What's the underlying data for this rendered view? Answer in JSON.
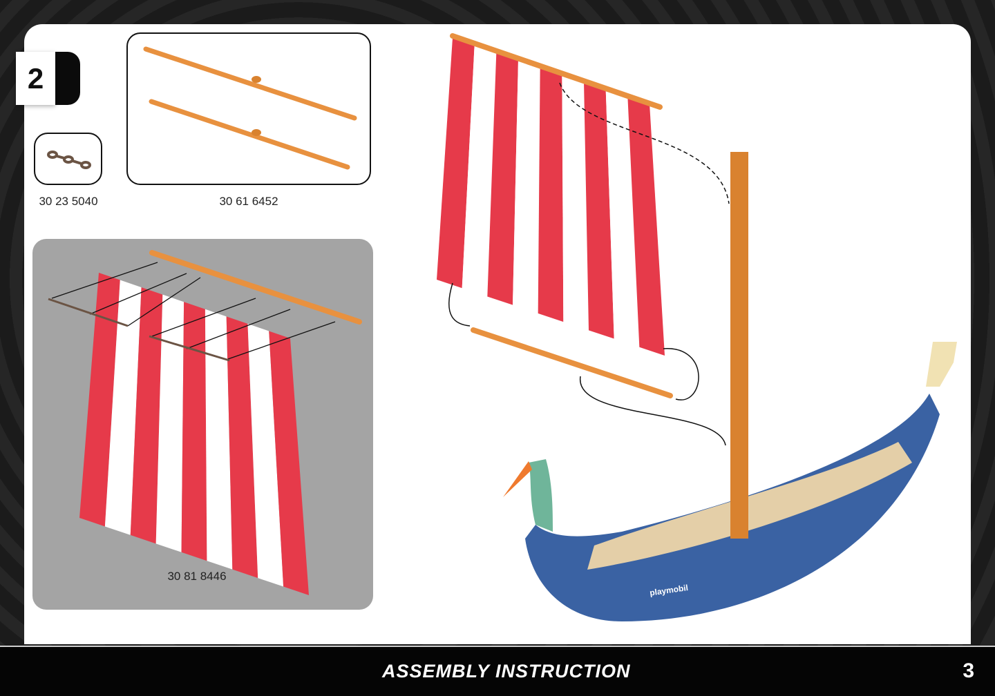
{
  "step": {
    "number": "2"
  },
  "parts": [
    {
      "id": "30 23 5040",
      "icon": "chain-icon"
    },
    {
      "id": "30 61 6452",
      "icon": "yard-spar-icon"
    }
  ],
  "detail": {
    "part_id": "30 81 8446"
  },
  "boat_logo": "playmobil",
  "footer": {
    "title": "ASSEMBLY INSTRUCTION",
    "page": "3"
  },
  "colors": {
    "sail_red": "#e63a4a",
    "spar_orange": "#e8913f",
    "hull_blue": "#3a62a3"
  }
}
